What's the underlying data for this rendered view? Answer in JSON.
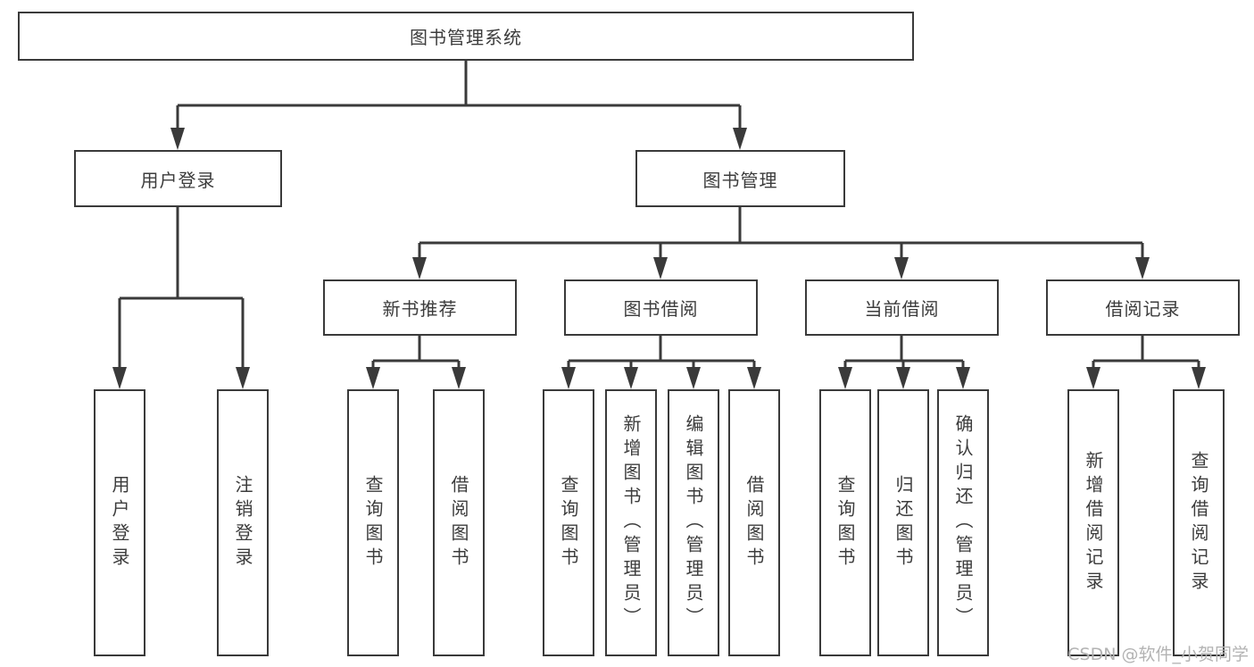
{
  "colors": {
    "line": "#3a3a3a",
    "text": "#3c3c3c",
    "background": "#ffffff",
    "watermark": "#b3b3b3"
  },
  "watermark": "CSDN @软件_小贺同学",
  "nodes": {
    "root": {
      "label": "图书管理系统"
    },
    "user_login": {
      "label": "用户登录"
    },
    "book_mgmt": {
      "label": "图书管理"
    },
    "new_book_rec": {
      "label": "新书推荐"
    },
    "book_borrow": {
      "label": "图书借阅"
    },
    "current_borrow": {
      "label": "当前借阅"
    },
    "borrow_record": {
      "label": "借阅记录"
    },
    "ul_user_login": {
      "label": "用户登录"
    },
    "ul_logout": {
      "label": "注销登录"
    },
    "nb_query": {
      "label": "查询图书"
    },
    "nb_borrow": {
      "label": "借阅图书"
    },
    "bb_query": {
      "label": "查询图书"
    },
    "bb_add": {
      "label": "新增图书（管理员）"
    },
    "bb_edit": {
      "label": "编辑图书（管理员）"
    },
    "bb_borrow": {
      "label": "借阅图书"
    },
    "cb_query": {
      "label": "查询图书"
    },
    "cb_return": {
      "label": "归还图书"
    },
    "cb_confirm": {
      "label": "确认归还（管理员）"
    },
    "br_add": {
      "label": "新增借阅记录"
    },
    "br_query": {
      "label": "查询借阅记录"
    }
  },
  "edges": [
    {
      "from": "root",
      "to": "user_login"
    },
    {
      "from": "root",
      "to": "book_mgmt"
    },
    {
      "from": "user_login",
      "to": "ul_user_login"
    },
    {
      "from": "user_login",
      "to": "ul_logout"
    },
    {
      "from": "book_mgmt",
      "to": "new_book_rec"
    },
    {
      "from": "book_mgmt",
      "to": "book_borrow"
    },
    {
      "from": "book_mgmt",
      "to": "current_borrow"
    },
    {
      "from": "book_mgmt",
      "to": "borrow_record"
    },
    {
      "from": "new_book_rec",
      "to": "nb_query"
    },
    {
      "from": "new_book_rec",
      "to": "nb_borrow"
    },
    {
      "from": "book_borrow",
      "to": "bb_query"
    },
    {
      "from": "book_borrow",
      "to": "bb_add"
    },
    {
      "from": "book_borrow",
      "to": "bb_edit"
    },
    {
      "from": "book_borrow",
      "to": "bb_borrow"
    },
    {
      "from": "current_borrow",
      "to": "cb_query"
    },
    {
      "from": "current_borrow",
      "to": "cb_return"
    },
    {
      "from": "current_borrow",
      "to": "cb_confirm"
    },
    {
      "from": "borrow_record",
      "to": "br_add"
    },
    {
      "from": "borrow_record",
      "to": "br_query"
    }
  ]
}
